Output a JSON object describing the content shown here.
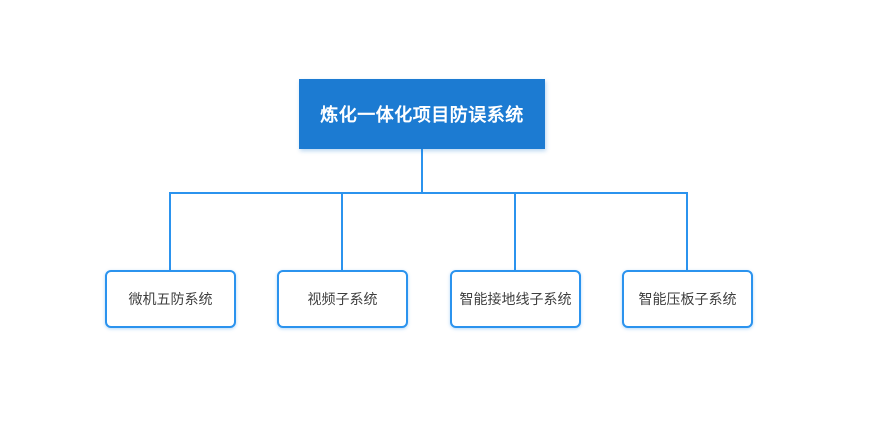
{
  "diagram": {
    "root": {
      "label": "炼化一体化项目防误系统"
    },
    "children": [
      {
        "label": "微机五防系统"
      },
      {
        "label": "视频子系统"
      },
      {
        "label": "智能接地线子系统"
      },
      {
        "label": "智能压板子系统"
      }
    ],
    "colors": {
      "root_fill": "#1c7bd2",
      "root_text": "#ffffff",
      "connector": "#2b93ee",
      "child_border": "#2b93ee",
      "child_text": "#3f3f3f",
      "background": "#ffffff"
    }
  }
}
